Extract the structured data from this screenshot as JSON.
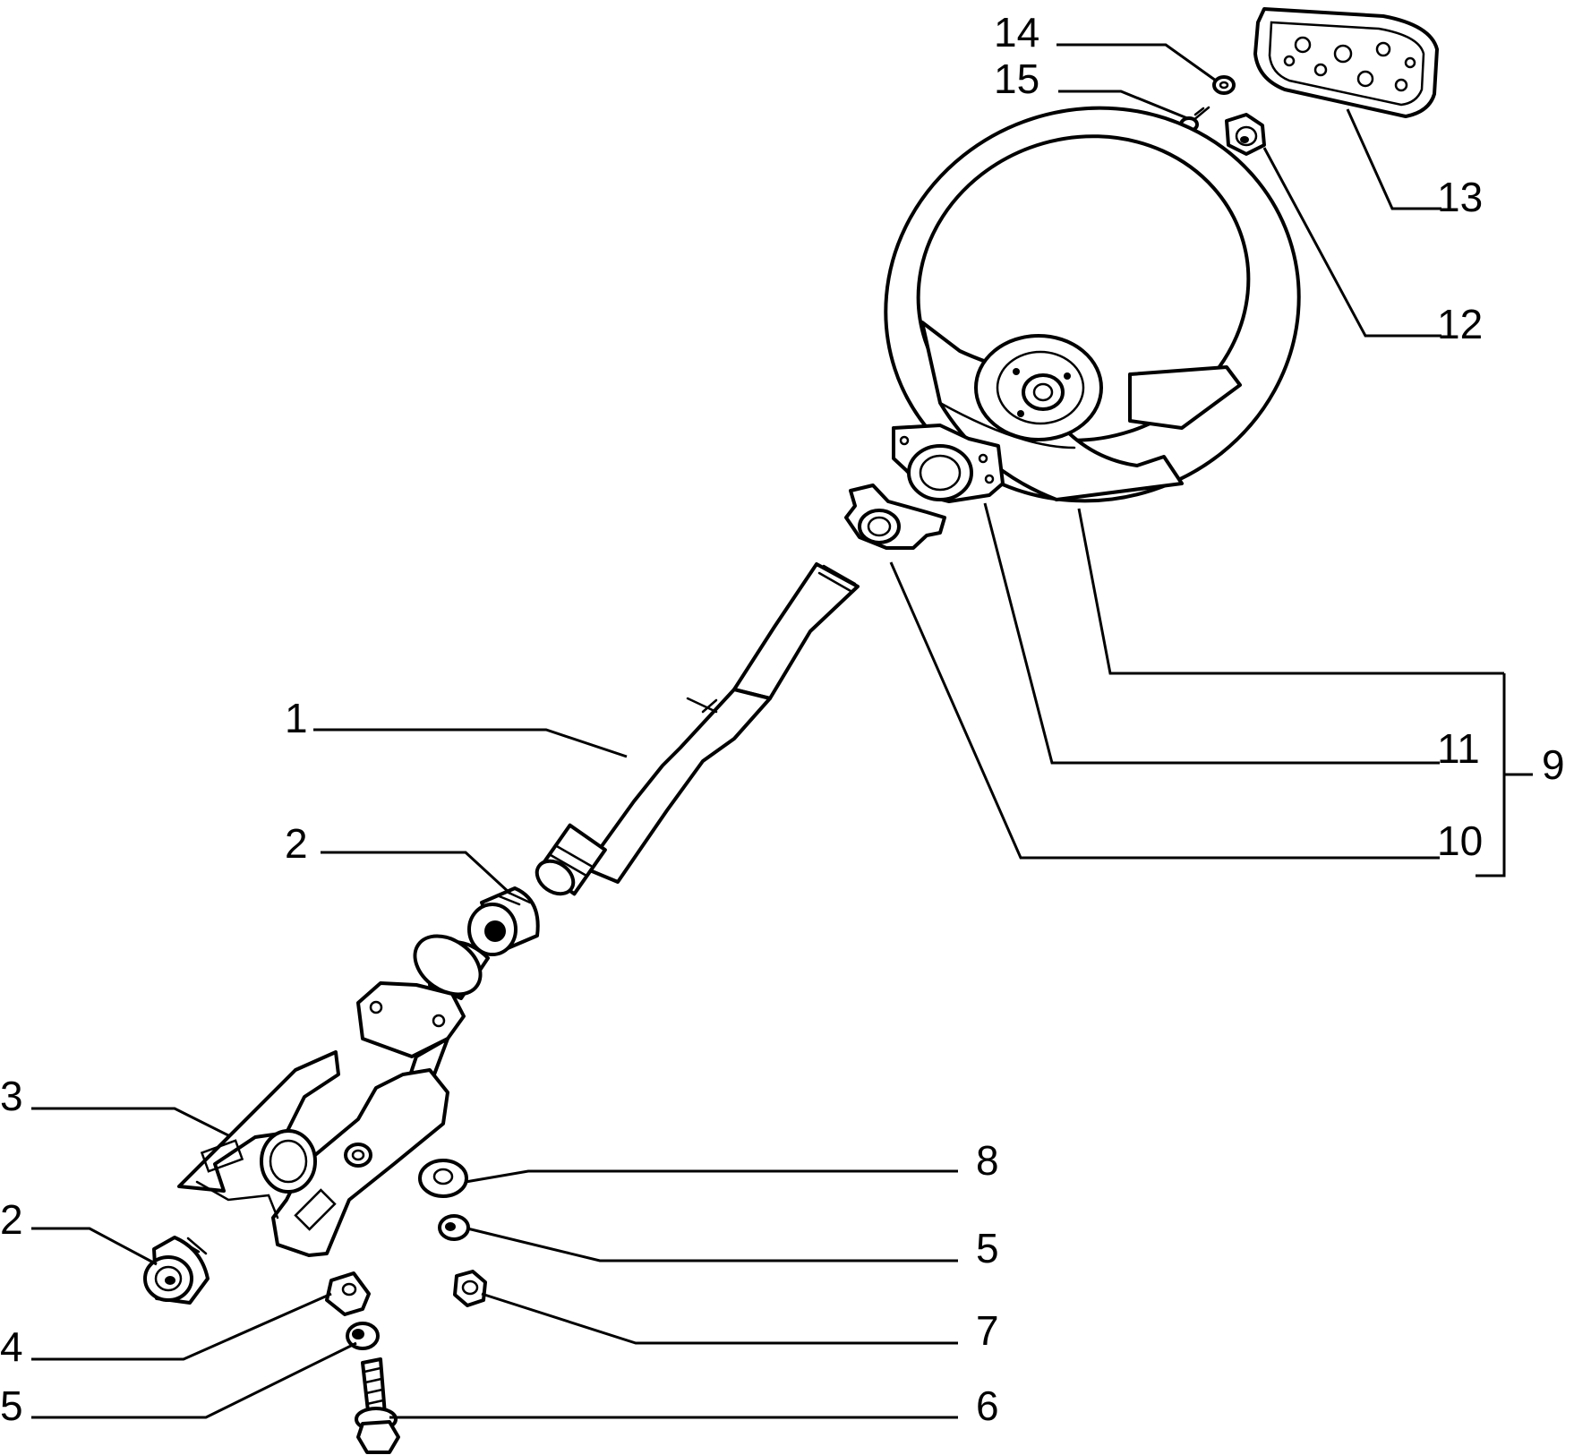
{
  "labels": {
    "p1": "1",
    "p2a": "2",
    "p2b": "2",
    "p3": "3",
    "p4": "4",
    "p5a": "5",
    "p5b": "5",
    "p6": "6",
    "p7": "7",
    "p8": "8",
    "p9": "9",
    "p10": "10",
    "p11": "11",
    "p12": "12",
    "p13": "13",
    "p14": "14",
    "p15": "15"
  },
  "colors": {
    "line": "#000000",
    "background": "#ffffff"
  }
}
